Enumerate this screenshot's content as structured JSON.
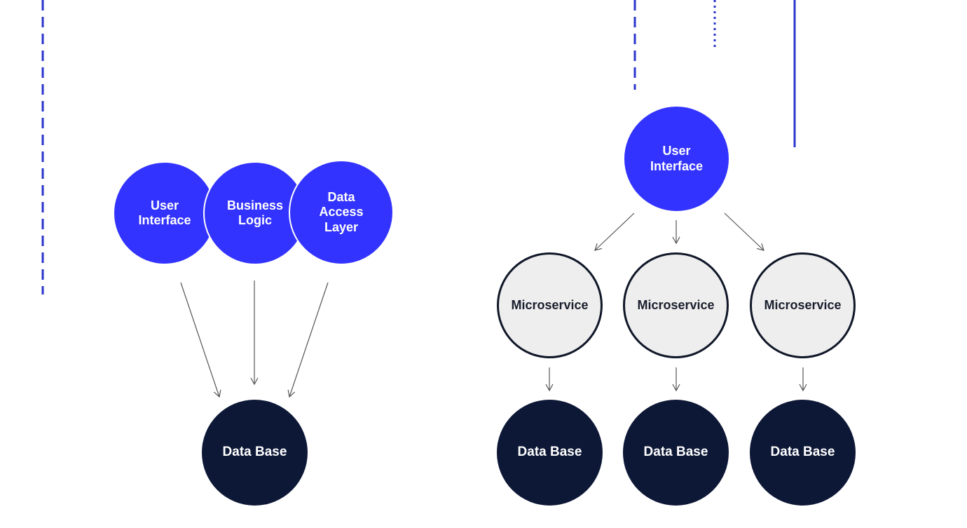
{
  "colors": {
    "accent_blue": "#3333ff",
    "database_navy": "#0d1836",
    "microservice_fill": "#efeeee",
    "microservice_border": "#101728",
    "arrow": "#555555"
  },
  "monolith": {
    "user_interface": "User Interface",
    "business_logic": "Business Logic",
    "data_access_layer": "Data Access Layer",
    "database": "Data Base"
  },
  "microservices": {
    "user_interface": "User Interface",
    "services": [
      {
        "label": "Microservice",
        "database": "Data Base"
      },
      {
        "label": "Microservice",
        "database": "Data Base"
      },
      {
        "label": "Microservice",
        "database": "Data Base"
      }
    ]
  }
}
